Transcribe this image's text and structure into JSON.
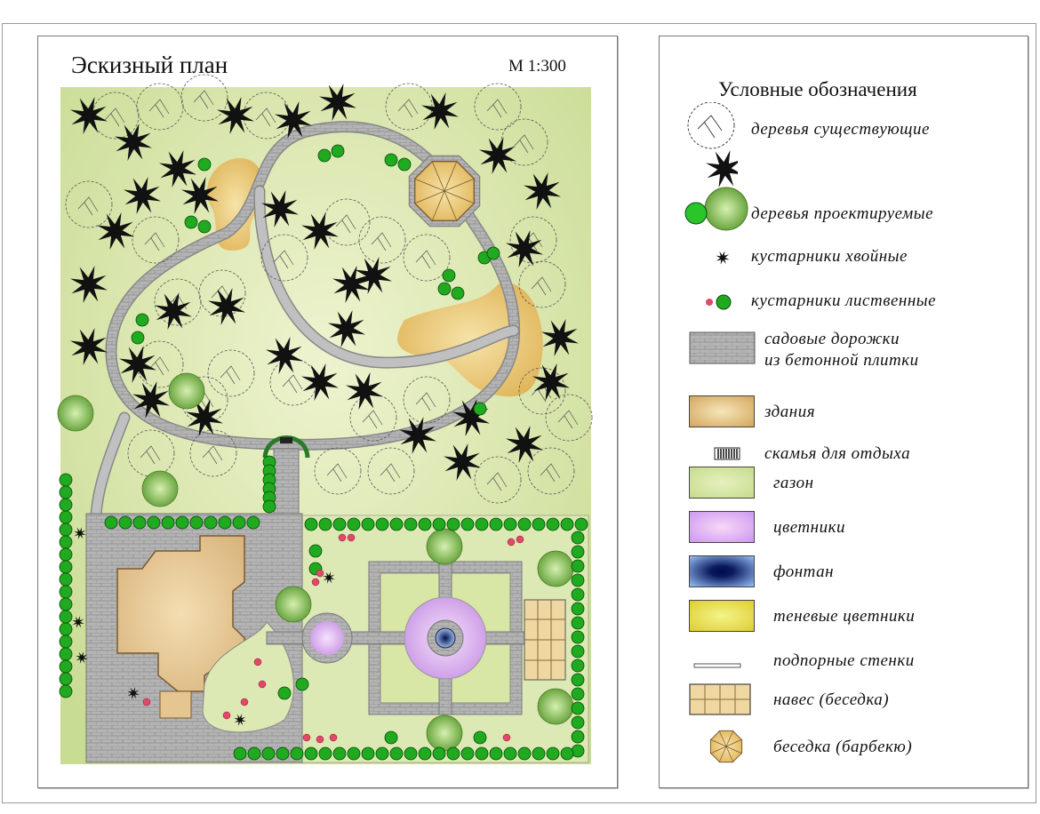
{
  "plan": {
    "title": "Эскизный план",
    "scale": "М 1:300"
  },
  "legend": {
    "title": "Условные обозначения",
    "items": [
      {
        "icon": "existing-tree-icon",
        "label": "деревья существующие"
      },
      {
        "icon": "projected-tree-icon",
        "label": "деревья проектируемые"
      },
      {
        "icon": "conifer-shrub-icon",
        "label": "кустарники хвойные"
      },
      {
        "icon": "deciduous-shrub-icon",
        "label": "кустарники лиственные"
      },
      {
        "icon": "paving-icon",
        "label": "садовые дорожки",
        "label2": "из бетонной плитки"
      },
      {
        "icon": "building-swatch",
        "label": "здания",
        "color": "#d9b36e"
      },
      {
        "icon": "bench-icon",
        "label": "скамья для отдыха"
      },
      {
        "icon": "lawn-swatch",
        "label": "газон",
        "color": "#d6e6a4"
      },
      {
        "icon": "flowerbed-swatch",
        "label": "цветники",
        "color": "#e4b4f0"
      },
      {
        "icon": "fountain-swatch",
        "label": "фонтан",
        "color": "#0a1a5e"
      },
      {
        "icon": "shade-flowerbed-swatch",
        "label": "теневые цветники",
        "color": "#eede55"
      },
      {
        "icon": "retaining-wall-icon",
        "label": "подпорные стенки"
      },
      {
        "icon": "canopy-icon",
        "label": "навес (беседка)"
      },
      {
        "icon": "gazebo-icon",
        "label": "беседка (барбекю)"
      }
    ]
  }
}
